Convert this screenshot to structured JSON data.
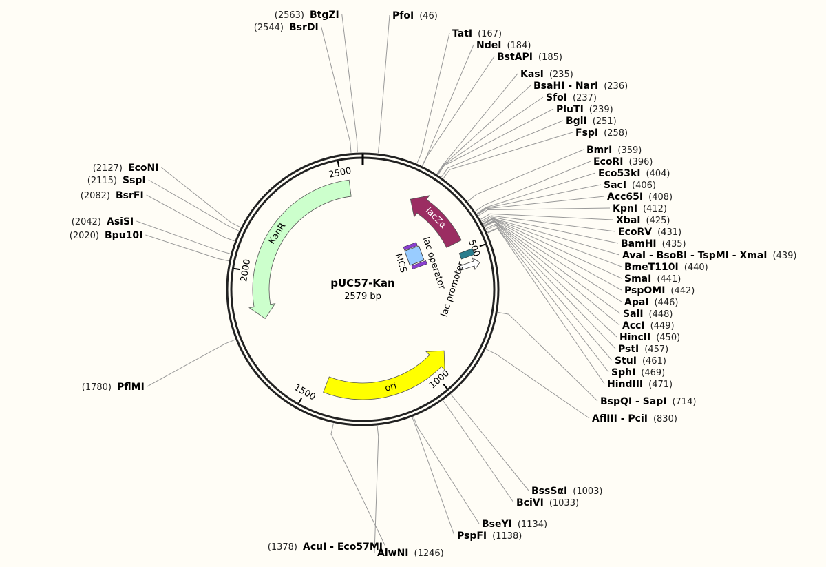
{
  "plasmid": {
    "name": "pUC57-Kan",
    "length_label": "2579 bp",
    "length": 2579
  },
  "ticks": [
    "500",
    "1000",
    "1500",
    "2000",
    "2500"
  ],
  "features": [
    {
      "name": "lacZα",
      "color": "#9b2d62",
      "text_color": "#ffffff"
    },
    {
      "name": "KanR",
      "color": "#ccffcc",
      "text_color": "#000000"
    },
    {
      "name": "ori",
      "color": "#ffff00",
      "text_color": "#000000"
    },
    {
      "name": "lac promoter",
      "color": "#ffffff",
      "text_color": "#000000"
    },
    {
      "name": "lac operator",
      "color": "#2b7d8c",
      "text_color": "#000000"
    },
    {
      "name": "MCS",
      "color": "#99ccff",
      "text_color": "#000000"
    }
  ],
  "sites": [
    {
      "name": "BtgZI",
      "pos": "2563"
    },
    {
      "name": "BsrDI",
      "pos": "2544"
    },
    {
      "name": "PfoI",
      "pos": "46"
    },
    {
      "name": "TatI",
      "pos": "167"
    },
    {
      "name": "NdeI",
      "pos": "184"
    },
    {
      "name": "BstAPI",
      "pos": "185"
    },
    {
      "name": "KasI",
      "pos": "235"
    },
    {
      "name": "BsaHI - NarI",
      "pos": "236"
    },
    {
      "name": "SfoI",
      "pos": "237"
    },
    {
      "name": "PluTI",
      "pos": "239"
    },
    {
      "name": "BglI",
      "pos": "251"
    },
    {
      "name": "FspI",
      "pos": "258"
    },
    {
      "name": "BmrI",
      "pos": "359"
    },
    {
      "name": "EcoRI",
      "pos": "396"
    },
    {
      "name": "Eco53kI",
      "pos": "404"
    },
    {
      "name": "SacI",
      "pos": "406"
    },
    {
      "name": "Acc65I",
      "pos": "408"
    },
    {
      "name": "KpnI",
      "pos": "412"
    },
    {
      "name": "XbaI",
      "pos": "425"
    },
    {
      "name": "EcoRV",
      "pos": "431"
    },
    {
      "name": "BamHI",
      "pos": "435"
    },
    {
      "name": "AvaI - BsoBI - TspMI - XmaI",
      "pos": "439"
    },
    {
      "name": "BmeT110I",
      "pos": "440"
    },
    {
      "name": "SmaI",
      "pos": "441"
    },
    {
      "name": "PspOMI",
      "pos": "442"
    },
    {
      "name": "ApaI",
      "pos": "446"
    },
    {
      "name": "SalI",
      "pos": "448"
    },
    {
      "name": "AccI",
      "pos": "449"
    },
    {
      "name": "HincII",
      "pos": "450"
    },
    {
      "name": "PstI",
      "pos": "457"
    },
    {
      "name": "StuI",
      "pos": "461"
    },
    {
      "name": "SphI",
      "pos": "469"
    },
    {
      "name": "HindIII",
      "pos": "471"
    },
    {
      "name": "BspQI - SapI",
      "pos": "714"
    },
    {
      "name": "AflIII - PciI",
      "pos": "830"
    },
    {
      "name": "BssSαI",
      "pos": "1003"
    },
    {
      "name": "BciVI",
      "pos": "1033"
    },
    {
      "name": "BseYI",
      "pos": "1134"
    },
    {
      "name": "PspFI",
      "pos": "1138"
    },
    {
      "name": "AlwNI",
      "pos": "1246"
    },
    {
      "name": "AcuI - Eco57MI",
      "pos": "1378"
    },
    {
      "name": "PflMI",
      "pos": "1780"
    },
    {
      "name": "Bpu10I",
      "pos": "2020"
    },
    {
      "name": "AsiSI",
      "pos": "2042"
    },
    {
      "name": "BsrFI",
      "pos": "2082"
    },
    {
      "name": "SspI",
      "pos": "2115"
    },
    {
      "name": "EcoNI",
      "pos": "2127"
    }
  ]
}
